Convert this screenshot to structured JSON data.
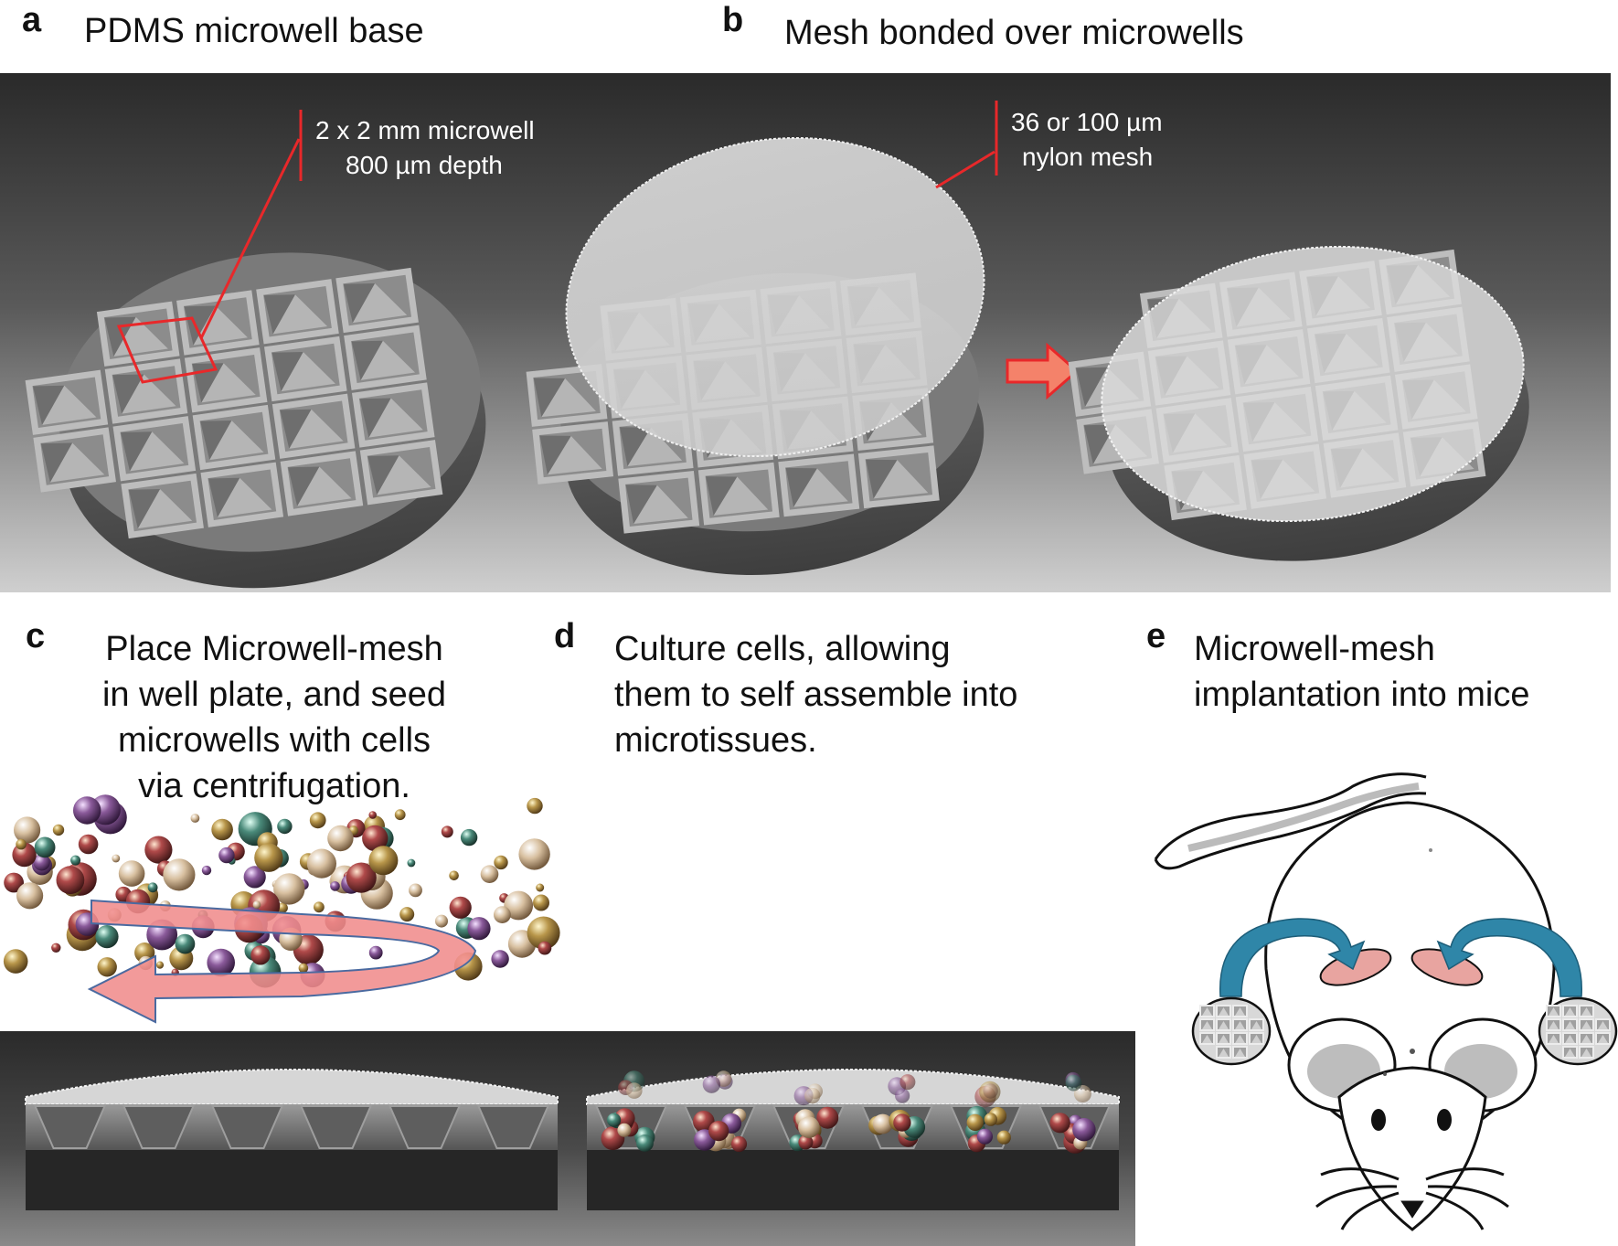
{
  "panels": {
    "a": {
      "letter": "a",
      "title": "PDMS microwell base",
      "callout": [
        "2 x 2 mm microwell",
        "800 µm depth"
      ]
    },
    "b": {
      "letter": "b",
      "title": "Mesh bonded over microwells",
      "callout": [
        "36 or 100 µm",
        "nylon mesh"
      ]
    },
    "c": {
      "letter": "c",
      "title": [
        "Place Microwell-mesh",
        "in well plate, and seed",
        "microwells with cells",
        "via centrifugation."
      ]
    },
    "d": {
      "letter": "d",
      "title": [
        "Culture cells, allowing",
        "them to self assemble into",
        "microtissues."
      ]
    },
    "e": {
      "letter": "e",
      "title": [
        "Microwell-mesh",
        "implantation into mice"
      ]
    }
  },
  "colors": {
    "annotation_red": "#e8282a",
    "arrow_salmon": "#f4826a",
    "swirl_arrow": "#f08c8c",
    "curved_arrow_teal": "#2f86a8",
    "implant_site": "#e8a4a0",
    "render_bg_top": "#2b2b2b",
    "render_bg_bottom": "#c8c8c8"
  },
  "icons": [
    "microwell-disc",
    "mesh-disc",
    "right-arrow",
    "cell-spheres",
    "swirl-arrow",
    "mouse-outline",
    "curved-arrow"
  ]
}
